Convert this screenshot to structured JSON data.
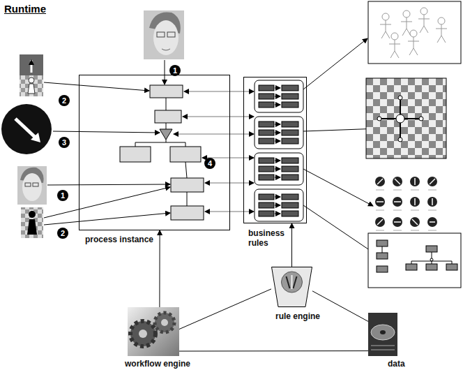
{
  "diagram": {
    "title": "Runtime",
    "nodes": [
      {
        "text": [
          "process instance"
        ]
      },
      {
        "text": [
          "business rules"
        ]
      },
      {
        "text": [
          "rule engine"
        ]
      },
      {
        "text": [
          "workflow engine"
        ]
      },
      {
        "text": [
          "data"
        ]
      }
    ],
    "edges": [
      {
        "from": 3,
        "to": 0,
        "arrow": "to"
      },
      {
        "from": 2,
        "to": 1,
        "arrow": "to"
      },
      {
        "from": 3,
        "to": 2,
        "arrow": "none"
      },
      {
        "from": 2,
        "to": 4,
        "arrow": "none"
      },
      {
        "from": 3,
        "to": 4,
        "arrow": "none"
      }
    ],
    "labels": [
      "1",
      "2",
      "3",
      "4",
      "1",
      "2"
    ]
  }
}
